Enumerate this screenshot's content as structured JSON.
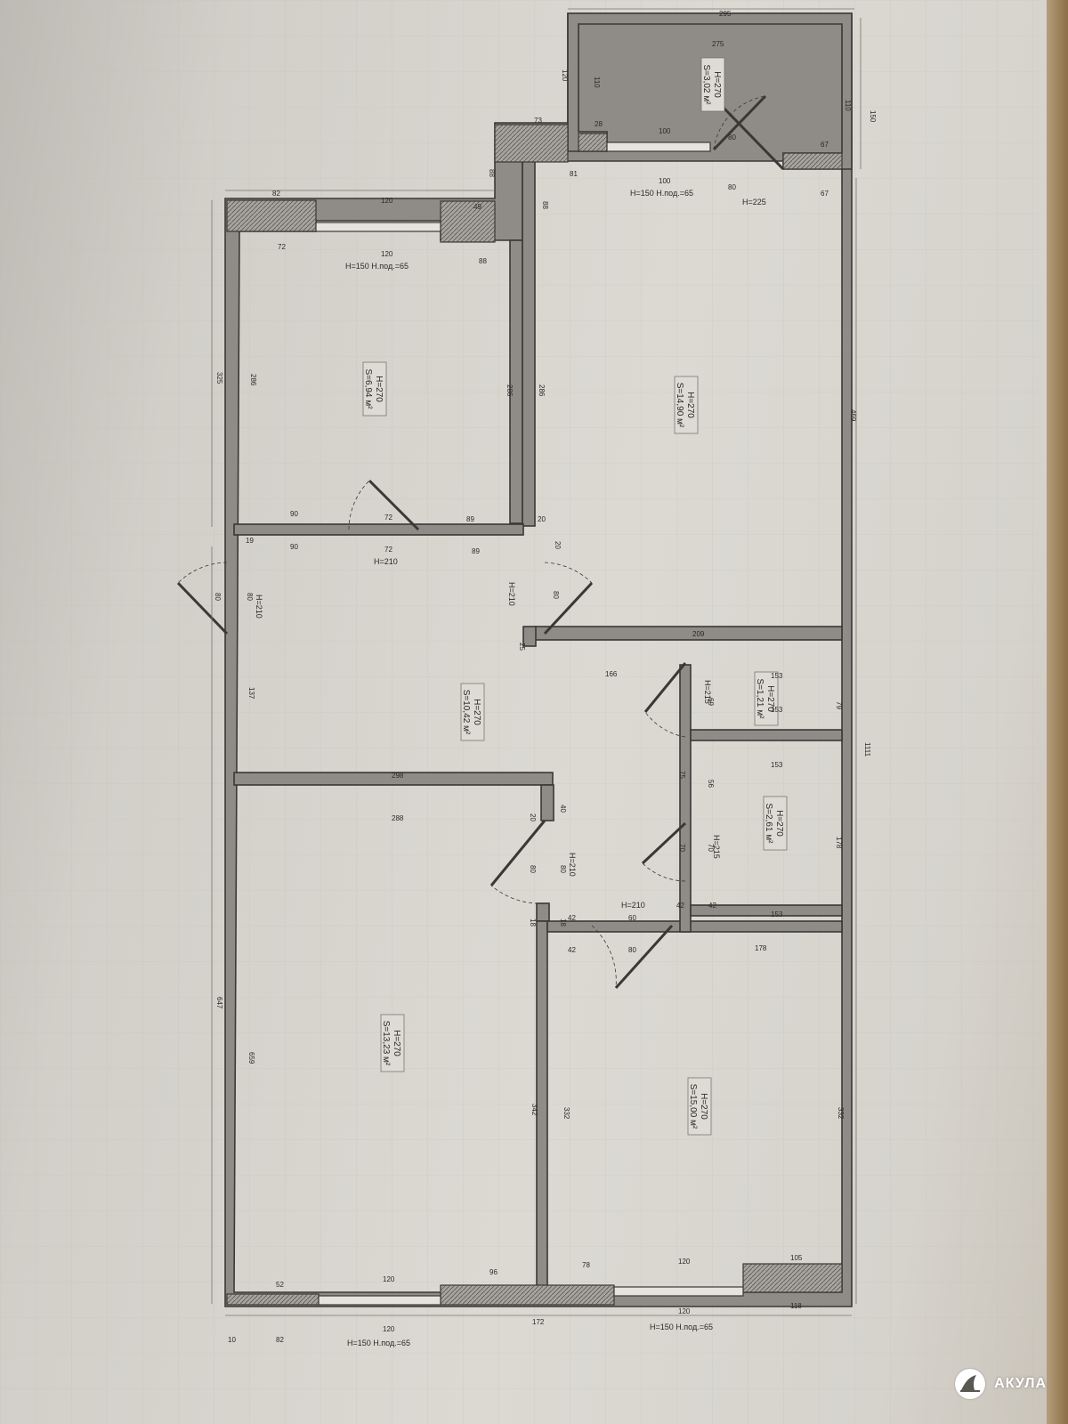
{
  "rooms": [
    {
      "id": "loggia",
      "height": "H=270",
      "area": "S=3,02 м²"
    },
    {
      "id": "bedroom-nw",
      "height": "H=270",
      "area": "S=6,94 м²"
    },
    {
      "id": "living",
      "height": "H=270",
      "area": "S=14,90 м²"
    },
    {
      "id": "hall",
      "height": "H=270",
      "area": "S=10,42 м²"
    },
    {
      "id": "wc",
      "height": "H=270",
      "area": "S=1,21 м²"
    },
    {
      "id": "bath",
      "height": "H=270",
      "area": "S=2,61 м²"
    },
    {
      "id": "room-sw",
      "height": "H=270",
      "area": "S=13,23 м²"
    },
    {
      "id": "room-se",
      "height": "H=270",
      "area": "S=15,00 м²"
    }
  ],
  "labels": {
    "window_n1": "H=150  Н.под.=65",
    "window_n2": "H=150  Н.под.=65",
    "door_loggia": "H=225",
    "door_west": "H=210",
    "door_bed": "H=210",
    "door_living": "H=210",
    "door_wc": "H=215",
    "door_bath": "H=215",
    "door_sw": "H=210",
    "door_se": "H=210",
    "window_s1": "H=150  Н.под.=65",
    "window_s2": "H=150  Н.под.=65"
  },
  "dims": {
    "loggia_top": "295",
    "loggia_inner": "275",
    "loggia_left": "120",
    "loggia_l2": "110",
    "loggia_r1": "110",
    "loggia_r2": "150",
    "loggia_100": "100",
    "loggia_80": "80",
    "loggia_28": "28",
    "loggia_67": "67",
    "d73": "73",
    "d81": "81",
    "d100b": "100",
    "d80b": "80",
    "d67b": "67",
    "d88": "88",
    "d83": "88",
    "d49": "49",
    "bed_top": "82",
    "bed_win": "120",
    "bed_72": "72",
    "bed_win2": "120",
    "bed_88": "88",
    "bed_l": "325",
    "bed_li": "286",
    "bed_ri": "286",
    "liv_l": "286",
    "liv_r": "469",
    "bed_b90": "90",
    "bed_b72": "72",
    "bed_b89": "89",
    "bed_b20": "20",
    "bed_bb90": "90",
    "bed_bb72": "72",
    "bed_bb89": "89",
    "d19": "19",
    "d20b": "20",
    "hall_80": "80",
    "hall_80b": "80",
    "hall_80c": "80",
    "hall_25": "25",
    "liv_b": "209",
    "hall_137": "137",
    "hall_166": "166",
    "wc_153": "153",
    "wc_153b": "153",
    "wc_79": "79",
    "wc_69": "69",
    "bath_153": "153",
    "bath_153b": "153",
    "bath_178": "178",
    "bath_56": "56",
    "bath_75": "75",
    "bath_70": "70",
    "bath_70b": "70",
    "hall_298": "298",
    "sw_288": "288",
    "d40": "40",
    "d20c": "20",
    "d80d": "80",
    "d80e": "80",
    "d42": "42",
    "d60": "60",
    "d42b": "42",
    "d42c": "42",
    "d18": "18",
    "d18b": "18",
    "d42d": "42",
    "d80f": "80",
    "se_178": "178",
    "outer_1111": "1111",
    "sw_l": "647",
    "sw_li": "659",
    "sw_r": "342",
    "se_l": "332",
    "se_r": "332",
    "s_52": "52",
    "s_120": "120",
    "s_96": "96",
    "s_78": "78",
    "s_120b": "120",
    "s_105": "105",
    "s_10": "10",
    "s_82": "82",
    "s_120c": "120",
    "s_172": "172",
    "s_120d": "120",
    "s_118": "118"
  },
  "logo": {
    "name": "АКУЛА",
    "icon": "shark-fin-icon"
  }
}
